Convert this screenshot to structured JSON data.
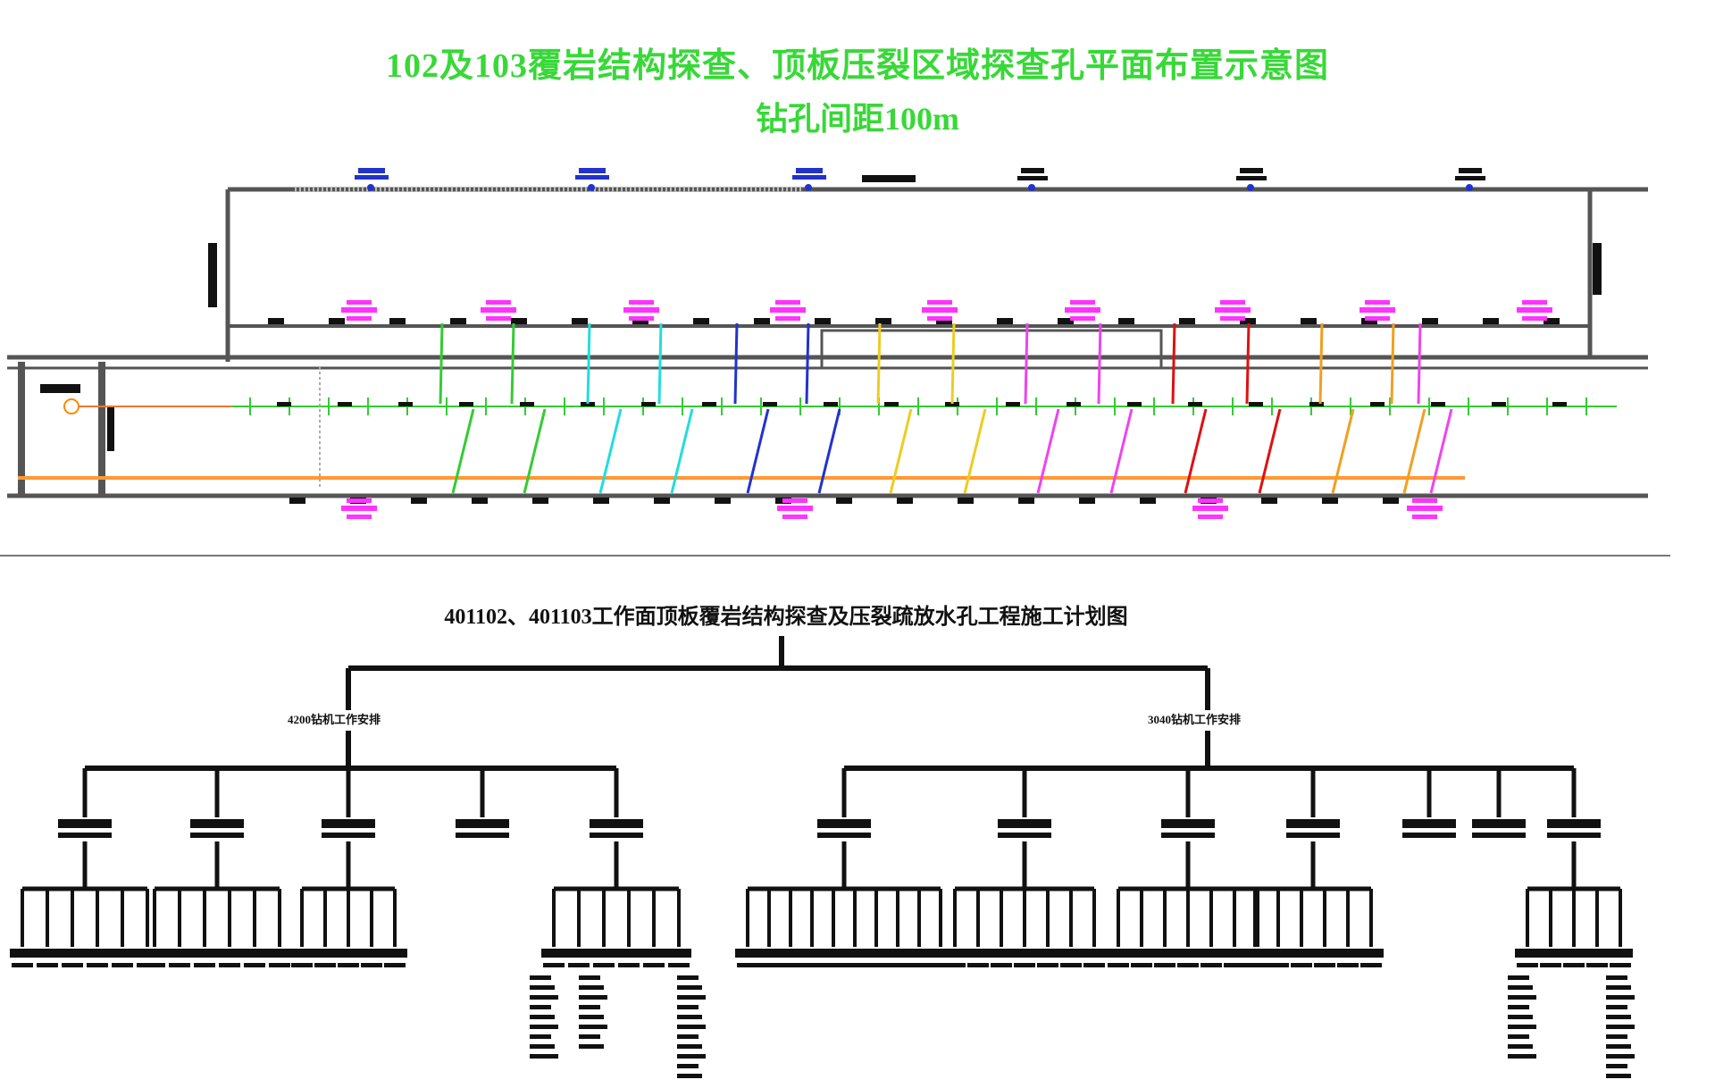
{
  "map": {
    "title": "102及103覆岩结构探查、顶板压裂区域探查孔平面布置示意图",
    "subtitle": "钻孔间距100m",
    "hole_colors": [
      "#33cc33",
      "#33cc33",
      "#22dddd",
      "#22dddd",
      "#2233cc",
      "#2233cc",
      "#eecc22",
      "#eecc22",
      "#ee44ee",
      "#ee44ee",
      "#dd1111",
      "#dd1111",
      "#f0a020",
      "#f0a020",
      "#ee44ee"
    ],
    "colors": {
      "frame": "#555555",
      "tunnel_line": "#ff9933",
      "gas_line": "#33cc33",
      "magenta": "#ff33ff",
      "blue": "#2233cc"
    }
  },
  "tree": {
    "title": "401102、401103工作面顶板覆岩结构探查及压裂疏放水孔工程施工计划图",
    "left_branch": "4200钻机工作安排",
    "right_branch": "3040钻机工作安排"
  }
}
